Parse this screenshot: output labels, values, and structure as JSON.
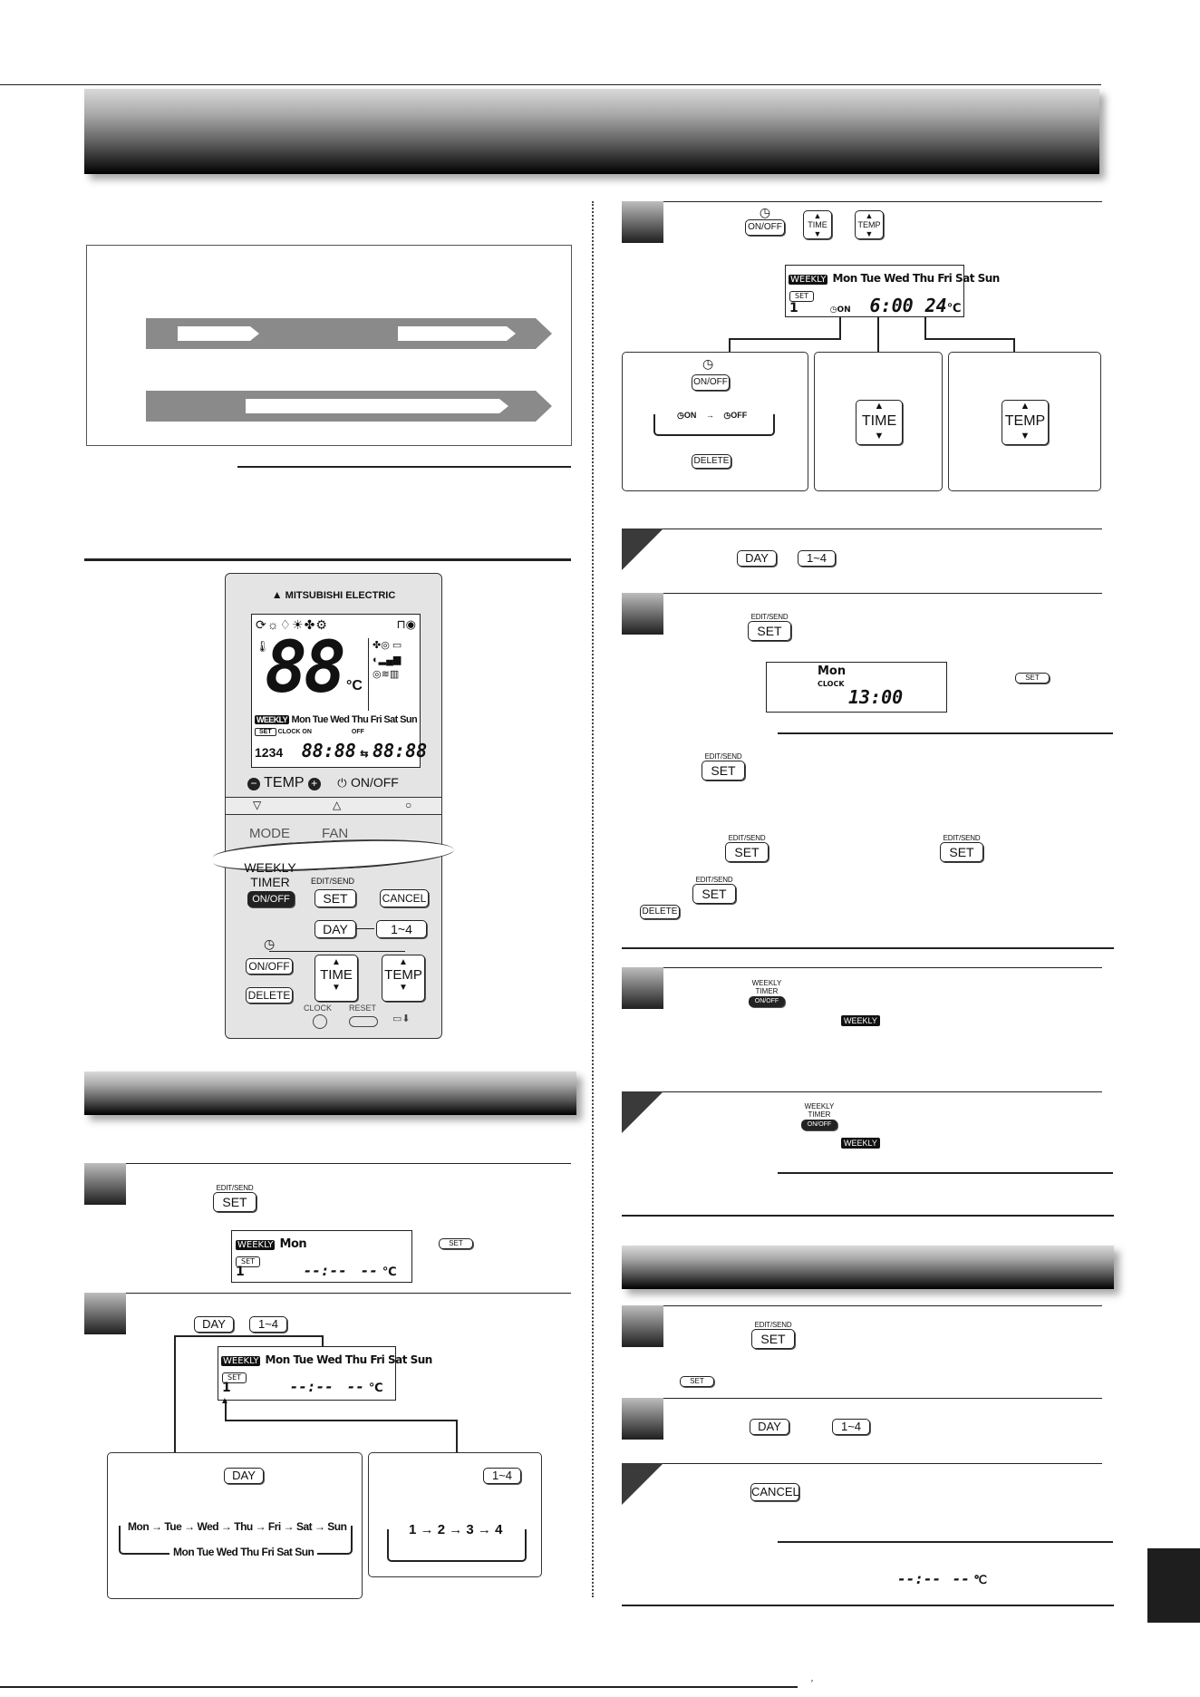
{
  "remote": {
    "brand": "MITSUBISHI ELECTRIC",
    "lcd_temp": "88",
    "lcd_unit": "°C",
    "lcd_weekly": "WEEKLY",
    "lcd_days": "Mon Tue Wed Thu Fri Sat Sun",
    "lcd_set": "SET",
    "lcd_clock": "CLOCK",
    "lcd_on": "ON",
    "lcd_off": "OFF",
    "lcd_nums": "1234",
    "lcd_time1": "88:88",
    "lcd_time2": "88:88",
    "temp_label": "TEMP",
    "onoff_label": "ON/OFF",
    "mode_label": "MODE",
    "fan_label": "FAN",
    "weekly_timer": "WEEKLY TIMER",
    "weekly_onoff": "ON/OFF",
    "edit_send": "EDIT/SEND",
    "set": "SET",
    "cancel": "CANCEL",
    "day": "DAY",
    "one_four": "1~4",
    "timer_onoff": "ON/OFF",
    "delete": "DELETE",
    "time": "TIME",
    "temp": "TEMP",
    "clock": "CLOCK",
    "reset": "RESET"
  },
  "common": {
    "weekly": "WEEKLY",
    "mon": "Mon",
    "days": "Mon Tue Wed Thu Fri Sat Sun",
    "set": "SET",
    "edit_send": "EDIT/SEND",
    "day": "DAY",
    "one_four": "1~4",
    "onoff": "ON/OFF",
    "time": "TIME",
    "temp": "TEMP",
    "delete": "DELETE",
    "cancel": "CANCEL",
    "timer": "TIMER",
    "clock": "CLOCK",
    "digit1": "1",
    "blank_time": "--:--",
    "blank_temp": "--",
    "degc": "℃",
    "on": "ON",
    "off": "OFF",
    "arrow": "→"
  },
  "left_steps": {
    "day_seq": [
      "Mon",
      "Tue",
      "Wed",
      "Thu",
      "Fri",
      "Sat",
      "Sun"
    ],
    "day_back": "Mon Tue Wed Thu Fri Sat Sun",
    "num_seq": [
      "1",
      "2",
      "3",
      "4"
    ]
  },
  "right_steps": {
    "display_time": "6:00",
    "display_temp": "24",
    "clock_time": "13:00"
  }
}
